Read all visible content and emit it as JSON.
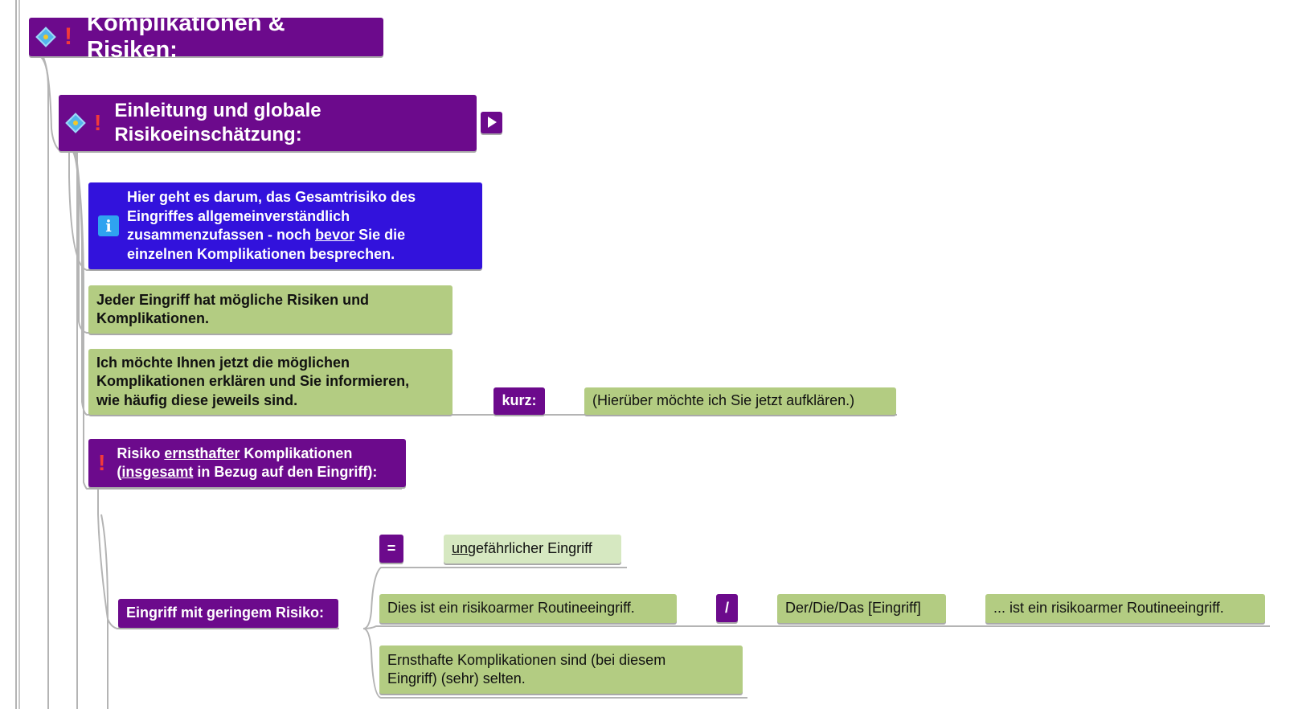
{
  "root": {
    "title": "Komplikationen & Risiken:",
    "icons": [
      "diamond-icon",
      "exclamation-icon"
    ]
  },
  "intro": {
    "title_line1": "Einleitung und globale",
    "title_line2": "Risikoeinschätzung:",
    "icons": [
      "diamond-icon",
      "exclamation-icon",
      "play-icon"
    ]
  },
  "info": {
    "icon": "info-icon",
    "line1": "Hier geht es darum, das Gesamtrisiko des",
    "line2": "Eingriffes allgemeinverständlich",
    "line3_before": "zusammenzufassen - noch ",
    "line3_underlined": "bevor",
    "line3_after": " Sie die",
    "line4": "einzelnen Komplikationen besprechen."
  },
  "statement1": {
    "line1": "Jeder Eingriff hat mögliche Risiken und",
    "line2": "Komplikationen."
  },
  "statement2": {
    "line1": "Ich möchte Ihnen jetzt die möglichen",
    "line2": "Komplikationen erklären und Sie informieren,",
    "line3": "wie häufig diese jeweils sind.",
    "kurz_label": "kurz:",
    "kurz_text": "(Hierüber möchte ich Sie jetzt aufklären.)"
  },
  "risk": {
    "icon": "exclamation-icon",
    "l1_a": "Risiko ",
    "l1_u": "ernsthafter",
    "l1_b": " Komplikationen",
    "l2_a": "(",
    "l2_u": "insgesamt",
    "l2_b": " in Bezug auf den Eingriff):"
  },
  "low_risk": {
    "label": "Eingriff mit geringem Risiko:",
    "equals_label": "=",
    "equals_u": "un",
    "equals_rest": "gefährlicher Eingriff",
    "routine_text": "Dies ist ein risikoarmer Routineeingriff.",
    "slash_label": "/",
    "article_text": "Der/Die/Das [Eingriff]",
    "continuation_text": "... ist ein risikoarmer Routineeingriff.",
    "rare_line1": "Ernsthafte Komplikationen sind (bei diesem",
    "rare_line2": "Eingriff) (sehr) selten."
  },
  "colors": {
    "purple": "#6c0a8c",
    "blue": "#3212dc",
    "green": "#b3cc82",
    "light_green": "#d6e8c1",
    "connector": "#b4b4b4",
    "exclamation": "#f23a3a",
    "info": "#2fa3f0"
  }
}
